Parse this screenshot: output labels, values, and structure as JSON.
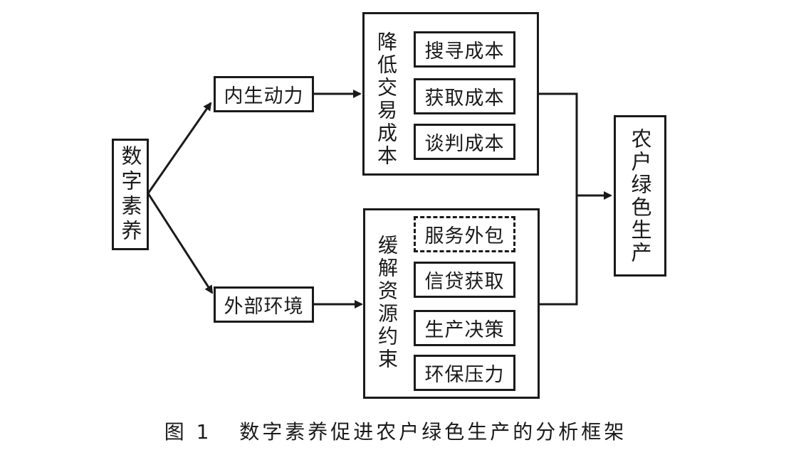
{
  "nodes": {
    "digital_literacy": "数字素养",
    "internal_motivation": "内生动力",
    "external_environment": "外部环境",
    "green_production": "农户绿色生产"
  },
  "groups": {
    "transaction_cost": {
      "label": "降低交易成本",
      "items": [
        "搜寻成本",
        "获取成本",
        "谈判成本"
      ]
    },
    "resource_constraint": {
      "label": "缓解资源约束",
      "items": [
        "服务外包",
        "信贷获取",
        "生产决策",
        "环保压力"
      ],
      "dashed_item": "服务外包"
    }
  },
  "caption": "图 1   数字素养促进农户绿色生产的分析框架"
}
